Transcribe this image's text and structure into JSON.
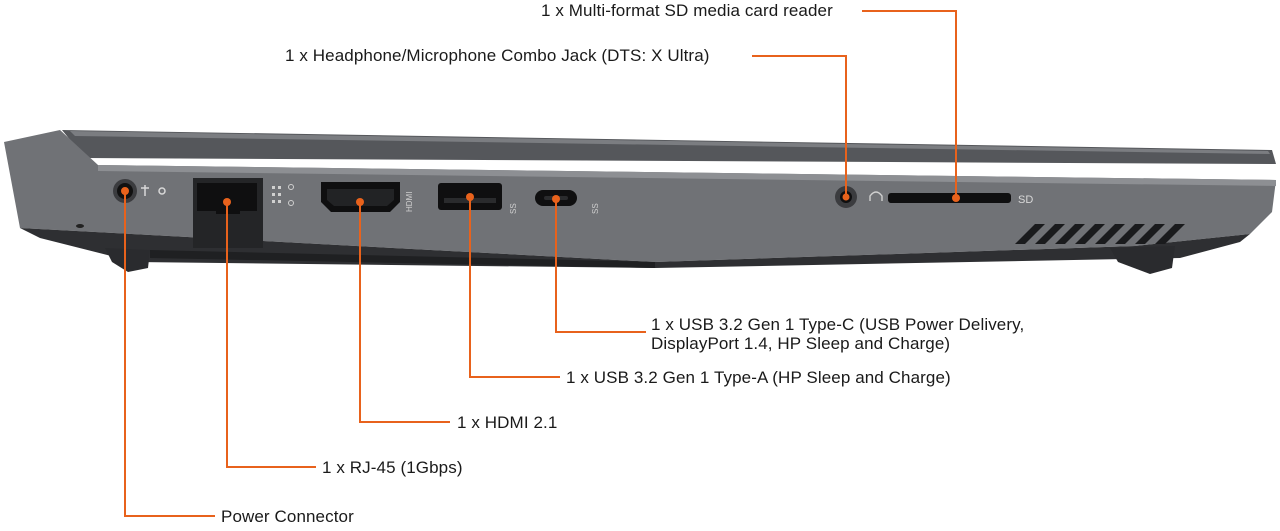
{
  "callouts": {
    "sd_reader": "1 x Multi-format SD media card reader",
    "audio_jack": "1 x Headphone/Microphone Combo Jack (DTS: X Ultra)",
    "usb_c": "1 x USB 3.2 Gen 1 Type-C (USB Power Delivery,\nDisplayPort 1.4, HP Sleep and Charge)",
    "usb_a": "1 x USB 3.2 Gen 1 Type-A (HP Sleep and Charge)",
    "hdmi": "1 x HDMI 2.1",
    "rj45": "1 x RJ-45 (1Gbps)",
    "power": "Power Connector"
  },
  "port_labels": {
    "hdmi": "HDMI",
    "usb_a": "SS",
    "usb_c": "SS",
    "sd": "SD"
  },
  "colors": {
    "leader": "#e8621c",
    "chassis_top": "#5d5f63",
    "chassis_side": "#6d6f73",
    "chassis_bottom": "#2c2d30",
    "port": "#0f0f10"
  }
}
